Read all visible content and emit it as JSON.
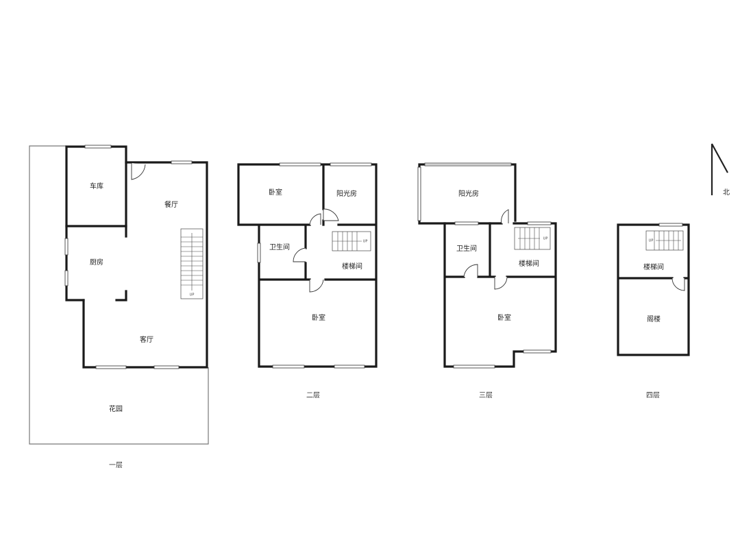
{
  "floors": [
    {
      "label": "一层",
      "rooms": [
        "车库",
        "餐厅",
        "厨房",
        "客厅",
        "花园"
      ],
      "stair_mark": "UP"
    },
    {
      "label": "二层",
      "rooms": [
        "卧室",
        "阳光房",
        "卫生间",
        "楼梯间",
        "卧室"
      ],
      "stair_mark": "UP"
    },
    {
      "label": "三层",
      "rooms": [
        "阳光房",
        "卫生间",
        "楼梯间",
        "卧室"
      ],
      "stair_mark": "UP"
    },
    {
      "label": "四层",
      "rooms": [
        "楼梯间",
        "阁楼"
      ],
      "stair_mark": "UP"
    }
  ],
  "compass": {
    "label": "北"
  },
  "colors": {
    "wall": "#1a1a1a",
    "background": "#ffffff"
  }
}
